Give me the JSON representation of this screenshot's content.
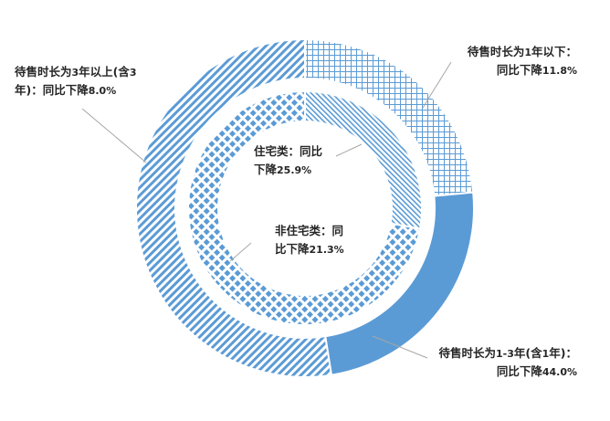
{
  "chart_data": {
    "type": "pie",
    "rings": [
      {
        "name": "outer",
        "slices": [
          {
            "id": "lt1",
            "share": 23.5,
            "pattern": "grid",
            "label_lines": [
              [
                "待售时长为",
                "1",
                "年以下："
              ],
              [
                "同比下降",
                "11.8%",
                ""
              ]
            ]
          },
          {
            "id": "1to3",
            "share": 24.0,
            "pattern": "solid",
            "label_lines": [
              [
                "待售时长为",
                "1-3",
                "年(含",
                "1",
                "年)："
              ],
              [
                "同比下降",
                "44.0%",
                ""
              ]
            ]
          },
          {
            "id": "gt3",
            "share": 52.5,
            "pattern": "diag",
            "label_lines": [
              [
                "待售时长为",
                "3",
                "年以上(含",
                "3",
                ""
              ],
              [
                "年)：同比下降",
                "8.0%",
                ""
              ]
            ]
          }
        ]
      },
      {
        "name": "inner",
        "slices": [
          {
            "id": "res",
            "share": 27.8,
            "pattern": "vdiag",
            "label_lines": [
              [
                "住宅类：同比"
              ],
              [
                "下降",
                "25.9%",
                ""
              ]
            ]
          },
          {
            "id": "nonres",
            "share": 72.2,
            "pattern": "diamond",
            "label_lines": [
              [
                "非住宅类：同"
              ],
              [
                "比下降",
                "21.3%",
                ""
              ]
            ]
          }
        ]
      }
    ],
    "colors": {
      "main": "#5b9bd5",
      "line": "#a6a6a6",
      "text": "#262626"
    }
  }
}
